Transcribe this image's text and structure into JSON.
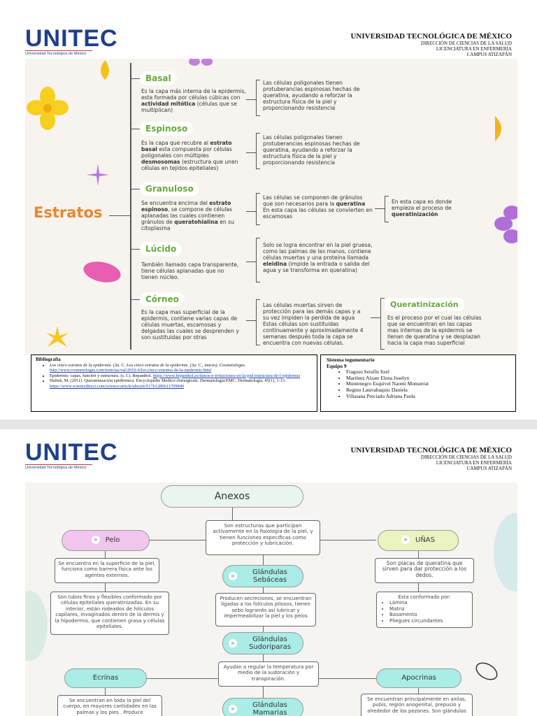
{
  "header": {
    "logo_text": "UNITEC",
    "logo_sub": "Universidad Tecnológica de México",
    "university": "UNIVERSIDAD TECNOLÓGICA DE MÉXICO",
    "line1": "DIRECCIÓN DE CIENCIAS DE LA SALUD",
    "line2": "LICENCIATURA EN ENFERMERÍA",
    "line3": "CAMPUS ATIZAPÁN"
  },
  "estratos": {
    "title": "Estratos",
    "layers": [
      {
        "name": "Basal",
        "desc": "Es la capa más interna de la epidermis, esta formada por células cúbicas con actividad mitótica (células que se multiplican)",
        "detail": "Las células poligonales tienen protuberancias espinosas hechas de queratina, ayudando a reforzar la estructura física de la piel y proporcionando resistencia"
      },
      {
        "name": "Espinoso",
        "desc": "Es la capa que recubre al estrato basal esta compuesta por células poligonales con múltiples desmosomas (estructura que unen células en tejidos epiteliales)",
        "detail": "Las células poligonales tienen protuberancias espinosas hechas de queratina, ayudando a reforzar la estructura física de la piel y proporcionando resistencia"
      },
      {
        "name": "Granuloso",
        "desc": "Se encuentra encima del estrato espinoso, se compone de células aplanadas las cuales contienen gránulos de queratohialina en su citoplasma",
        "detail": "Las células se componen de gránulos que son necesarios para la queratina En esta capa las células se convierten en escamosas",
        "extra": "En esta capa es donde empieza el proceso de queratinización"
      },
      {
        "name": "Lúcido",
        "desc": "También llamado capa transparente, tiene células aplanadas que no tienen núcleo.",
        "detail": "Solo se logra encontrar en la piel gruesa, como las palmas de las manos, contiene células muertas y una proteína llamada eleidina (impide la entrada o salida del agua y se transforma en queratina)"
      },
      {
        "name": "Córneo",
        "desc": "Es la capa mas superficial de la epidermis, contiene varias capas de células muertas, escamosas y delgadas las cuales se desprenden y son sustituidas por otras",
        "detail": "Las células muertas sirven de protección para las demás capas y a su vez impiden la perdida de agua Estas células son sustituidas continuamente y aproximadamente 4 semanas después toda la capa se encuentra con nuevas células."
      }
    ],
    "queratinizacion_title": "Queratinización",
    "queratinizacion_desc": "Es el proceso por el cual las células que se encuentran en las capas mas internas de la epidermis se llenan de queratina y se desplazan hacia la capa mas superficial"
  },
  "bibliografia": {
    "title": "Bibliografía",
    "items": [
      {
        "text": "Los cinco estratos de la epidermis. (3a. C. Los cinco estratos de la epidermis. (3a. C., marzo). Cosmetologas.",
        "url": "http://www.cosmetologas.com/noticias/val/2010-6/los-cinco-estratos-de-la-epidermis.html"
      },
      {
        "text": "Epidermis: capas, función y estructura. (s. f.). Bepanthol.",
        "url": "https://www.bepanthol.es/danos-e-irritaciones-en-la-piel/estructura-de-l-epidermis"
      },
      {
        "text": "Haftek, M. (2011). Queratinización epidérmica. Encyclopédie Medico-chirurgicale. Dermatología/EMC. Dermatología, 45(1), 1-13.",
        "url": "https://www.sciencedirect.com/science/article/abs/pii/S1761289611709840"
      }
    ]
  },
  "team": {
    "title": "Sistema tegumentario",
    "subtitle": "Equipo 9",
    "members": [
      "Fragoso Serafín Itzel",
      "Martínez Alzate Elena Joselyn",
      "Montenegro Esquivel Naomi Monserrat",
      "Regino Laurrabaquio Daniela",
      "Villasana Preciado Adriana Paola"
    ]
  },
  "anexos": {
    "title": "Anexos",
    "intro": "Son estructuras que participan activamente en la fisiología de la piel, y tienen funciones especificas como protección  y lubricación.",
    "pelo": {
      "label": "Pelo",
      "desc1": "Se encuentra en la superficie de la piel, funciona como barrera física ante los agentes externos.",
      "desc2": "Son tubos finos y flexibles conformado por células epiteliales queratinizadas. En su interior, están rodeados de folículos capilares, invaginados dentro de la dermis y la hipodermis, que contienen grasa y células epiteliales."
    },
    "unas": {
      "label": "UÑAS",
      "desc": "Son placas de queratina que sirven para dar protección a los dedos.",
      "list_title": "Esta conformado por:",
      "list": [
        "Lámina",
        "Matriz",
        "Basamento",
        "Pliegues circundantes"
      ]
    },
    "sebaceas": {
      "label": "Glándulas Sebáceas",
      "desc": "Producen secreciones, se encuentran ligadas a los folículos pilosos, tienen sebo logrando así lubricar y impermeabilizar la piel y los pelos"
    },
    "sudoriparas": {
      "label": "Glándulas Sudoriparas",
      "desc": "Ayudan a regular la temperatura por medio de la sudoración y transpiración."
    },
    "ecrinas": {
      "label": "Ecrinas",
      "desc": "Se encuentran en toda la piel del cuerpo, en mayores cantidades en las palmas y los pies . Produce"
    },
    "mamarias": {
      "label": "Glándulas Mamarias"
    },
    "apocrinas": {
      "label": "Apocrinas",
      "desc": "Se encuentran principalmente en axilas, pubis, región anogenital, prepucio y alrededor de los pezones. Son glándulas"
    }
  }
}
